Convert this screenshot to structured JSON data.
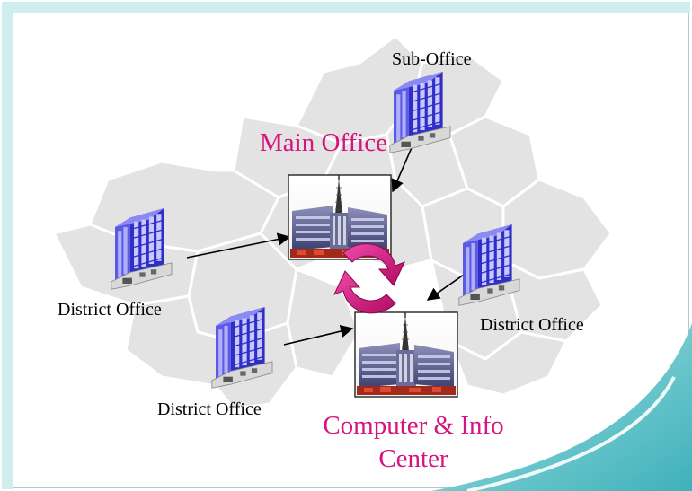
{
  "labels": {
    "sub_office": "Sub-Office",
    "main_office": "Main Office",
    "district_office_left": "District Office",
    "district_office_right": "District Office",
    "district_office_bottom": "District Office",
    "center_line1": "Computer & Info",
    "center_line2": "Center"
  },
  "colors": {
    "accent": "#d6137e",
    "building_blue": "#3a3ad8",
    "map_fill": "#e3e3e3",
    "map_stroke": "#ffffff",
    "frame_teal": "#5fc6cc"
  },
  "icons": {
    "office_building": "blue-office-tower-icon",
    "headquarters": "headquarters-building-photo-icon",
    "sync": "circular-sync-arrows-icon"
  }
}
